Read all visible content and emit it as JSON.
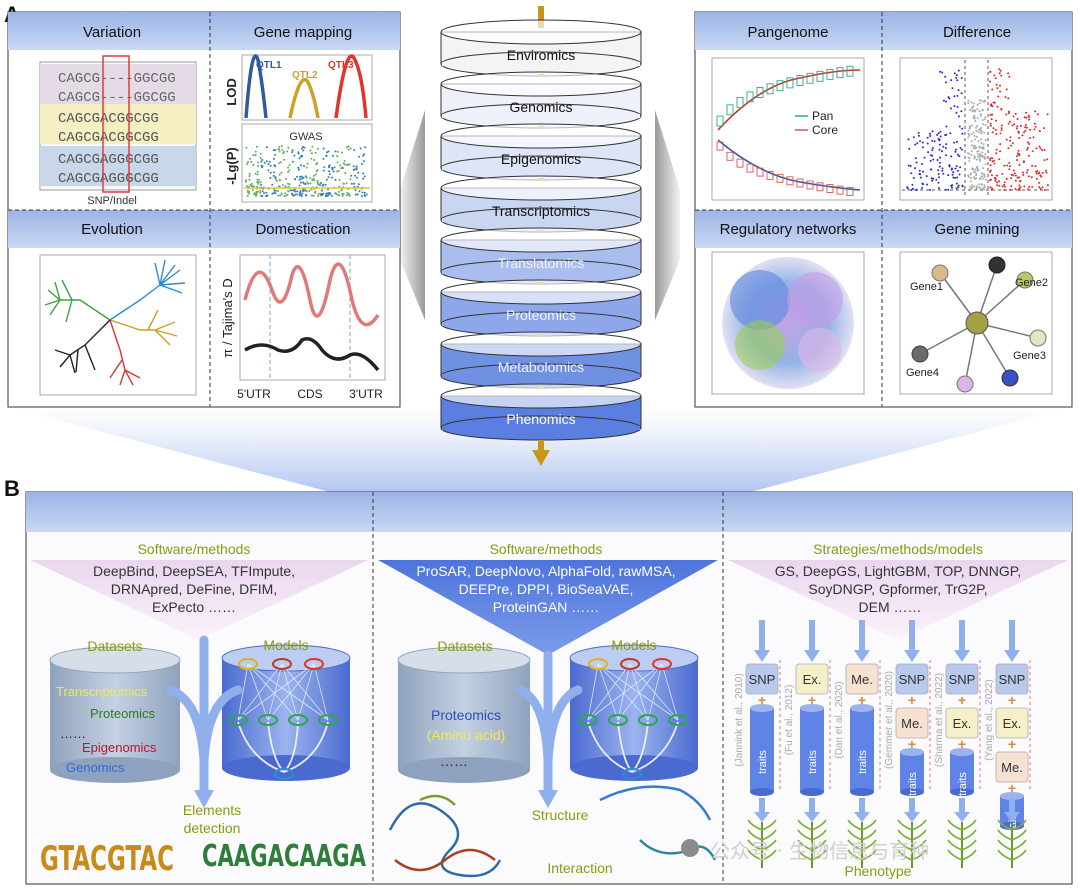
{
  "panel_a": {
    "label": "A",
    "left_cells": [
      {
        "title": "Variation",
        "caption": "SNP/Indel",
        "sequences": [
          "CAGCG----GGCGG",
          "CAGCG----GGCGG",
          "CAGCGACGGCGG",
          "CAGCGACGGCGG",
          "CAGCGAGGGCGG",
          "CAGCGAGGGCGG"
        ]
      },
      {
        "title": "Gene mapping",
        "qtls": [
          "QTL1",
          "QTL2",
          "QTL3"
        ],
        "ylabel_top": "LOD",
        "ylabel_bottom": "-Lg(P)",
        "plot_title": "GWAS"
      },
      {
        "title": "Evolution"
      },
      {
        "title": "Domestication",
        "ylabel": "π / Tajima's D",
        "xlabels": [
          "5'UTR",
          "CDS",
          "3'UTR"
        ]
      }
    ],
    "omics_layers": [
      "Enviromics",
      "Genomics",
      "Epigenomics",
      "Transcriptomics",
      "Translatomics",
      "Proteomics",
      "Metabolomics",
      "Phenomics"
    ],
    "right_cells": [
      {
        "title": "Pangenome",
        "legend": [
          "Pan",
          "Core"
        ]
      },
      {
        "title": "Difference"
      },
      {
        "title": "Regulatory networks"
      },
      {
        "title": "Gene mining",
        "genes": [
          "Gene1",
          "Gene2",
          "Gene3",
          "Gene4"
        ]
      }
    ]
  },
  "panel_b": {
    "label": "B",
    "col1": {
      "heading": "Software/methods",
      "methods": [
        "DeepBind, DeepSEA, TFImpute,",
        "DRNApred, DeFine, DFIM,",
        "ExPecto ……"
      ],
      "datasets_label": "Datasets",
      "models_label": "Models",
      "datasets": [
        "Transcriptomics",
        "Proteomics",
        "……",
        "Epigenomics",
        "Genomics"
      ],
      "output_label_1": "Elements",
      "output_label_2": "detection",
      "motif_1": "GTACGTAC",
      "motif_2": "CAAGACAAGA"
    },
    "col2": {
      "heading": "Software/methods",
      "methods": [
        "ProSAR, DeepNovo, AlphaFold, rawMSA,",
        "DEEPre, DPPI, BioSeaVAE,",
        "ProteinGAN ……"
      ],
      "datasets_label": "Datasets",
      "models_label": "Models",
      "dataset_1": "Proteomics",
      "dataset_2": "(Amino acid)",
      "dataset_3": "……",
      "output_1": "Structure",
      "output_2": "Interaction"
    },
    "col3": {
      "heading": "Strategies/methods/models",
      "methods": [
        "GS, DeepGS, LightGBM, TOP, DNNGP,",
        "SoyDNGP, Gpformer, TrG2P,",
        "DEM ……"
      ],
      "studies": [
        {
          "citation": "(Jannink et al., 2010)",
          "boxes": [
            "SNP"
          ]
        },
        {
          "citation": "(Fu et al., 2012)",
          "boxes": [
            "Ex."
          ]
        },
        {
          "citation": "(Dan et al., 2020)",
          "boxes": [
            "Me."
          ]
        },
        {
          "citation": "(Gemmer et al., 2020)",
          "boxes": [
            "SNP",
            "Me."
          ]
        },
        {
          "citation": "(Sharma et al., 2022)",
          "boxes": [
            "SNP",
            "Ex."
          ]
        },
        {
          "citation": "(Yang et al., 2022)",
          "boxes": [
            "SNP",
            "Ex.",
            "Me."
          ]
        }
      ],
      "traits_label": "traits",
      "phenotype_label": "Phenotype"
    },
    "watermark": "公众号 · 生物信息与育种"
  },
  "colors": {
    "header_blue": "#a9bfe8",
    "green_text": "#8a9a10",
    "dark_text": "#333333",
    "arrow_blue": "#8fb0ec",
    "plus_orange": "#d98a3a",
    "stem_gold": "#b8860b",
    "qtl1": "#2f5aa0",
    "qtl2": "#c9a227",
    "qtl3": "#e0342f"
  }
}
